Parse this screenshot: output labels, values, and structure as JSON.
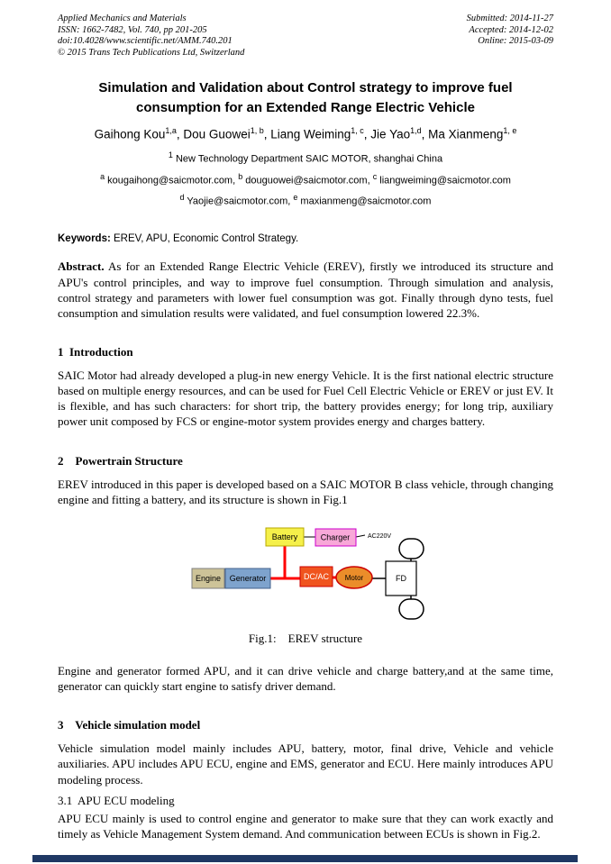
{
  "masthead": {
    "journal": "Applied Mechanics and Materials",
    "issn_line": "ISSN: 1662-7482, Vol. 740, pp 201-205",
    "doi_line": "doi:10.4028/www.scientific.net/AMM.740.201",
    "copyright_line": "© 2015 Trans Tech Publications Ltd, Switzerland",
    "submitted": "Submitted: 2014-11-27",
    "accepted": "Accepted: 2014-12-02",
    "online": "Online: 2015-03-09"
  },
  "title": {
    "line1": "Simulation and Validation about Control strategy to improve fuel",
    "line2": "consumption for an Extended Range Electric Vehicle"
  },
  "authors": [
    {
      "name": "Gaihong Kou",
      "sup": "1,a"
    },
    {
      "name": ", Dou Guowei",
      "sup": "1, b"
    },
    {
      "name": ", Liang Weiming",
      "sup": "1, c"
    },
    {
      "name": ", Jie Yao",
      "sup": "1,d"
    },
    {
      "name": ", Ma Xianmeng",
      "sup": "1, e"
    }
  ],
  "affiliation": {
    "sup": "1",
    "text": " New Technology Department SAIC MOTOR, shanghai China"
  },
  "emails": {
    "line1": [
      {
        "sup": "a",
        "text": " kougaihong@saicmotor.com, "
      },
      {
        "sup": "b",
        "text": " douguowei@saicmotor.com, "
      },
      {
        "sup": "c",
        "text": " liangweiming@saicmotor.com"
      }
    ],
    "line2": [
      {
        "sup": "d",
        "text": " Yaojie@saicmotor.com, "
      },
      {
        "sup": "e",
        "text": " maxianmeng@saicmotor.com"
      }
    ]
  },
  "keywords": {
    "label": "Keywords:",
    "text": " EREV, APU, Economic Control Strategy."
  },
  "abstract": {
    "label": "Abstract.",
    "text": " As for an Extended Range Electric Vehicle (EREV), firstly we introduced its structure and APU's control principles, and way to improve fuel consumption. Through simulation and analysis, control strategy and parameters with lower fuel consumption was got. Finally through dyno tests, fuel consumption and simulation results were validated, and fuel consumption lowered 22.3%."
  },
  "sections": {
    "s1": {
      "heading": "1  Introduction",
      "p1": "SAIC Motor had already developed a plug-in new energy Vehicle. It is the first national electric structure based on multiple energy resources, and can be used for Fuel Cell Electric Vehicle or EREV or just EV. It is flexible, and has such characters: for short trip, the battery provides energy; for long trip, auxiliary power unit composed by FCS or engine-motor system provides energy and charges battery."
    },
    "s2": {
      "heading": "2    Powertrain Structure",
      "p1": "EREV introduced in this paper is developed based on a SAIC MOTOR B class vehicle, through changing engine and fitting a battery, and its structure is shown in Fig.1",
      "p2": "Engine and generator formed APU, and it can drive vehicle and charge battery,and at the same time, generator can quickly start engine to satisfy driver demand."
    },
    "s3": {
      "heading": "3    Vehicle simulation model",
      "p1": "Vehicle simulation model mainly includes APU, battery, motor, final drive, Vehicle and vehicle auxiliaries. APU includes APU ECU, engine and EMS, generator and ECU. Here mainly introduces APU modeling process.",
      "sub1": "3.1  APU ECU modeling",
      "p2": "APU ECU mainly is used to control engine and generator to make sure that they can work exactly and timely as Vehicle Management System demand. And communication between ECUs is shown in Fig.2."
    }
  },
  "figure1": {
    "caption": "Fig.1:    EREV structure",
    "labels": {
      "battery": "Battery",
      "charger": "Charger",
      "ac": "AC220V",
      "engine": "Engine",
      "generator": "Generator",
      "dcac": "DC/AC",
      "motor": "Motor",
      "fd": "FD"
    },
    "colors": {
      "battery": "#f5f04a",
      "charger": "#f8a8d8",
      "engine": "#cdc398",
      "generator": "#7ea3cd",
      "dcac": "#f0541e",
      "motor": "#eb8d2a",
      "wire": "#ff0000"
    }
  },
  "footer": {
    "bar_style": "background:#1f3864"
  }
}
